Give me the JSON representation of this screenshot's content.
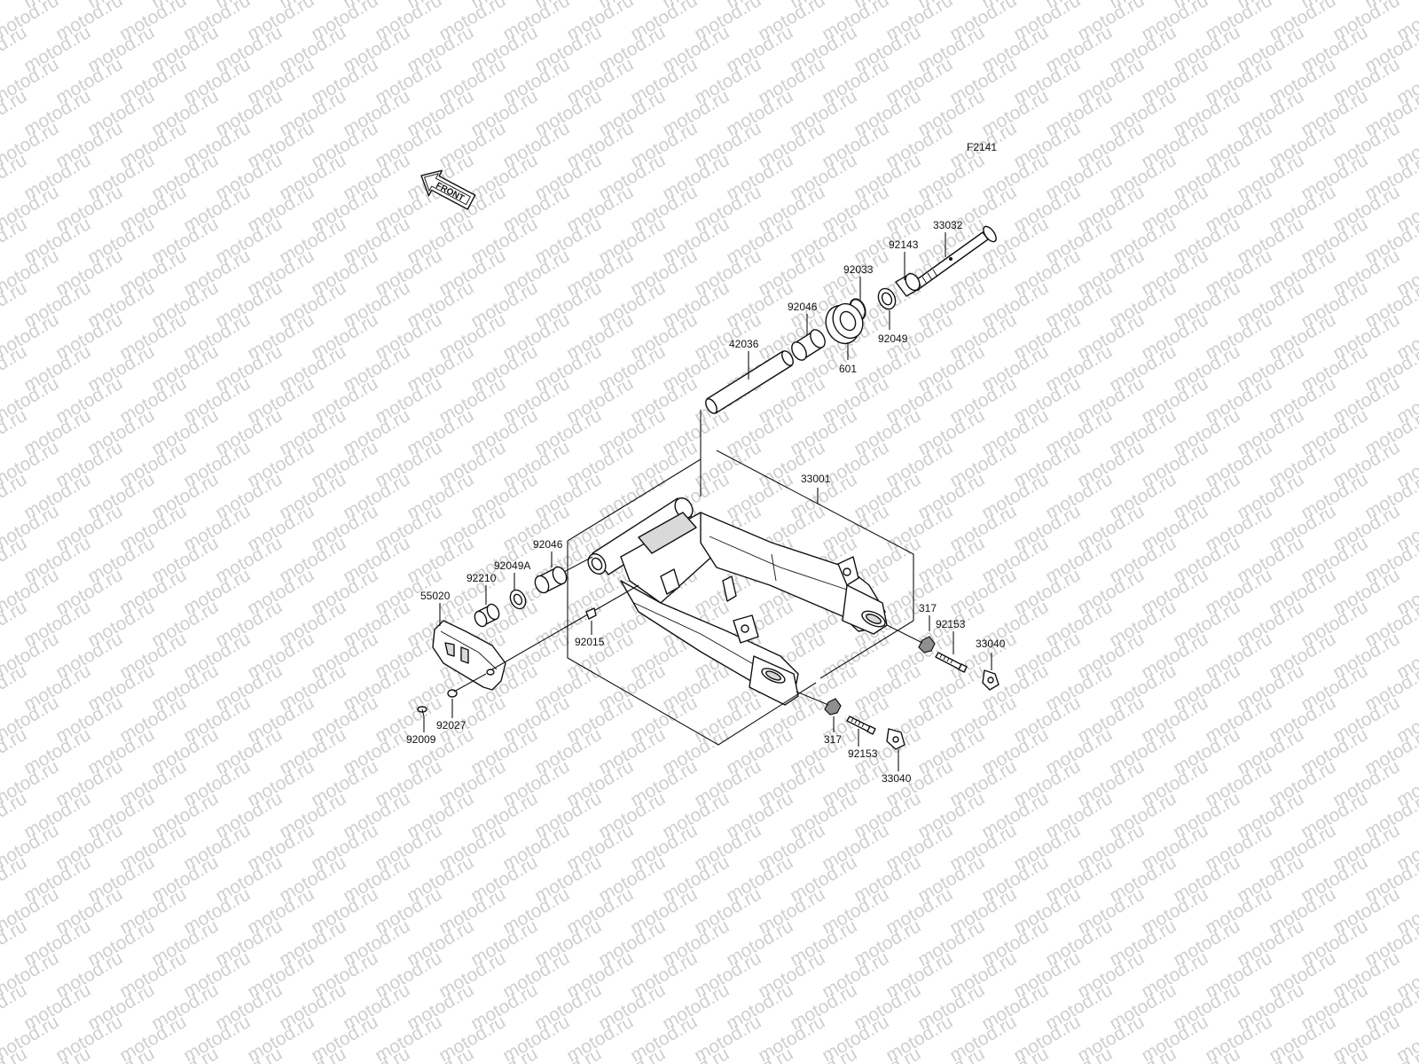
{
  "watermark_text": "motod.ru",
  "figure_code": "F2141",
  "front_arrow_text": "FRONT",
  "labels": {
    "p33032": "33032",
    "p92143": "92143",
    "p92033": "92033",
    "p92046_top": "92046",
    "p92049": "92049",
    "p601": "601",
    "p42036": "42036",
    "p33001": "33001",
    "p92046_left": "92046",
    "p92049A": "92049A",
    "p92210": "92210",
    "p55020": "55020",
    "p92015": "92015",
    "p92009": "92009",
    "p92027": "92027",
    "p317_right": "317",
    "p92153_right": "92153",
    "p33040_right": "33040",
    "p317_bottom": "317",
    "p92153_bottom": "92153",
    "p33040_bottom": "33040"
  }
}
